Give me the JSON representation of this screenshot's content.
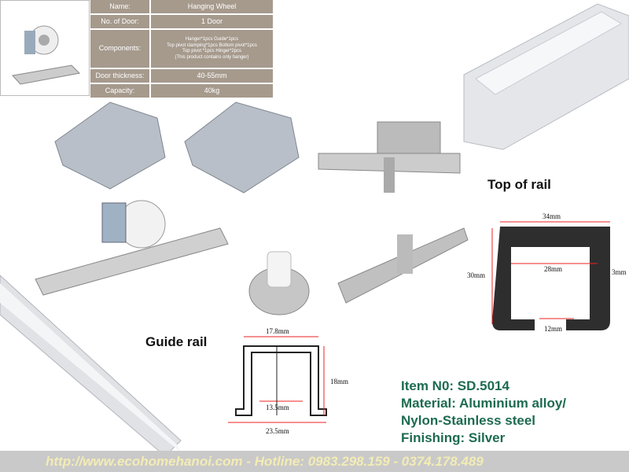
{
  "spec_table": {
    "rows": [
      {
        "label": "Name:",
        "value": "Hanging Wheel"
      },
      {
        "label": "No. of Door:",
        "value": "1 Door"
      },
      {
        "label": "Components:",
        "value_lines": [
          "Hanger*1pcs  Guide*1pcs",
          "Top pivot clamping*1pcs  Bottom pivot*1pcs",
          "Top pivot *1pcs  Hinger*2pcs",
          "(This product contains only hanger)"
        ]
      },
      {
        "label": "Door thickness:",
        "value": "40-55mm"
      },
      {
        "label": "Capacity:",
        "value": "40kg"
      }
    ]
  },
  "labels": {
    "top_rail": "Top of rail",
    "guide_rail": "Guide rail"
  },
  "top_rail_dims": {
    "width": "34mm",
    "inner": "28mm",
    "height": "30mm",
    "wall": "3mm",
    "opening": "12mm"
  },
  "guide_rail_dims": {
    "top": "17.8mm",
    "height": "18mm",
    "inner": "13.5mm",
    "bottom": "23.5mm"
  },
  "info": {
    "item": "Item N0: SD.5014",
    "material_1": "Material: Aluminium alloy/",
    "material_2": "Nylon-Stainless steel",
    "finishing": "Finishing: Silver"
  },
  "footer": "http://www.ecohomehanoi.com - Hotline: 0983.298.159 - 0374.178.489"
}
